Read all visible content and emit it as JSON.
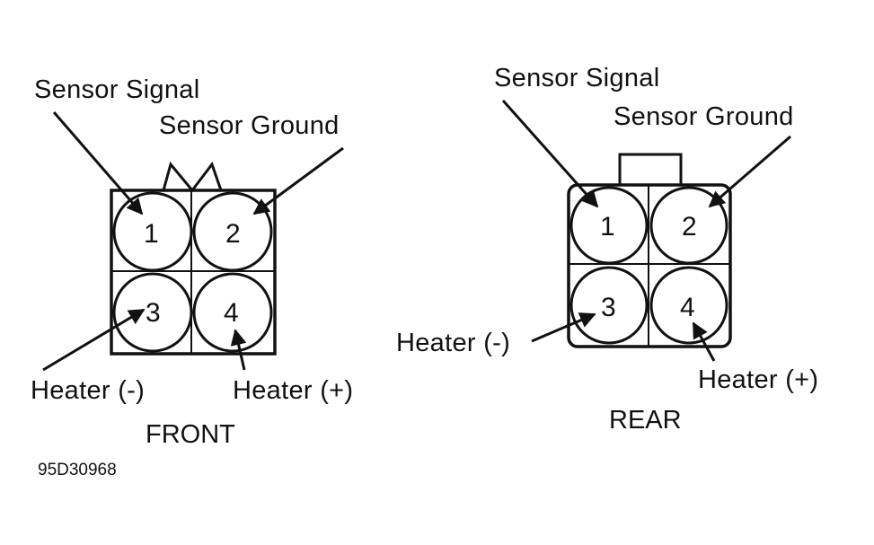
{
  "front": {
    "caption": "FRONT",
    "labels": {
      "sensor_signal": "Sensor Signal",
      "sensor_ground": "Sensor Ground",
      "heater_neg": "Heater (-)",
      "heater_pos": "Heater (+)"
    },
    "pins": [
      "1",
      "2",
      "3",
      "4"
    ]
  },
  "rear": {
    "caption": "REAR",
    "labels": {
      "sensor_signal": "Sensor Signal",
      "sensor_ground": "Sensor Ground",
      "heater_neg": "Heater (-)",
      "heater_pos": "Heater (+)"
    },
    "pins": [
      "1",
      "2",
      "3",
      "4"
    ]
  },
  "figure_code": "95D30968",
  "colors": {
    "ink": "#111111",
    "background": "#ffffff"
  }
}
